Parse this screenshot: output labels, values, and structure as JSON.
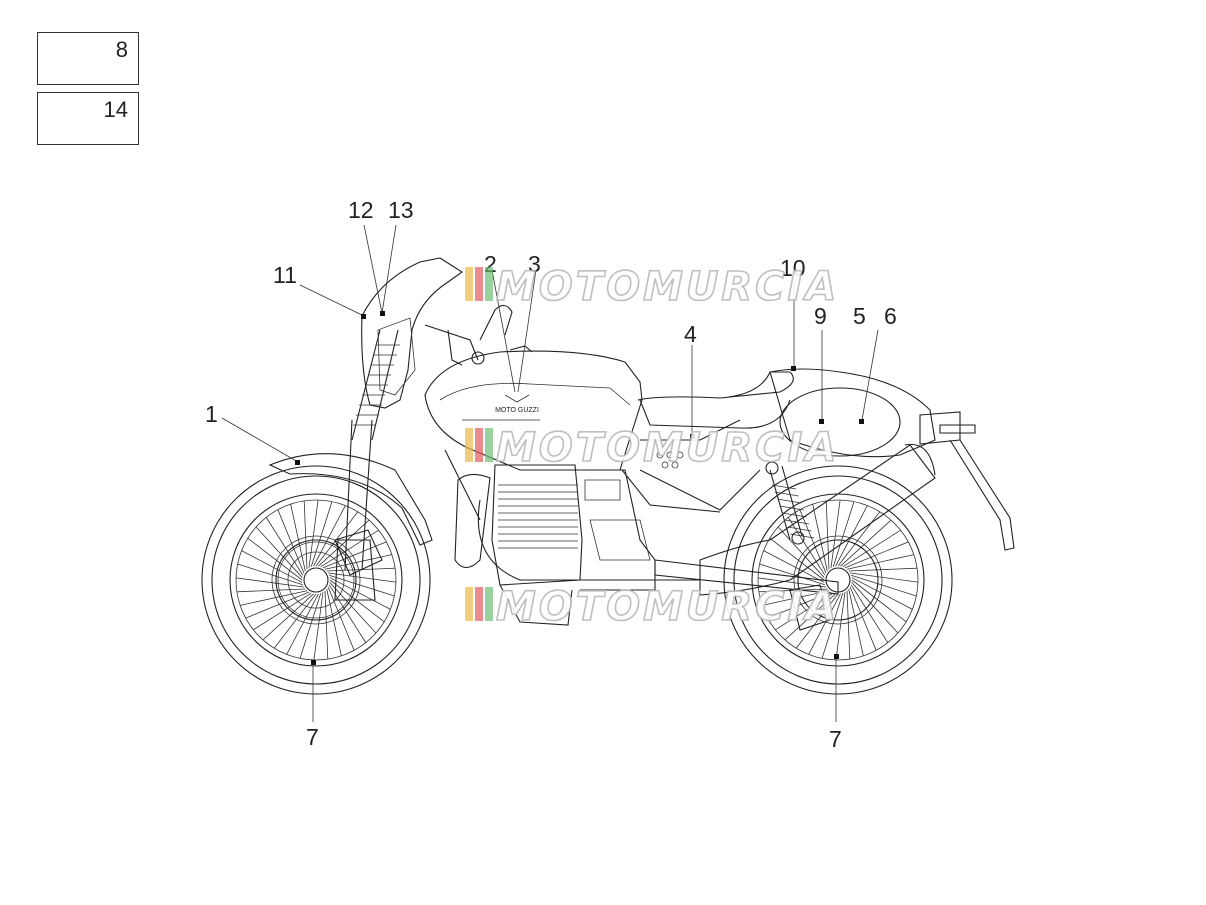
{
  "legend_boxes": [
    {
      "label": "8"
    },
    {
      "label": "14"
    }
  ],
  "callouts": [
    {
      "label": "1"
    },
    {
      "label": "2"
    },
    {
      "label": "3"
    },
    {
      "label": "4"
    },
    {
      "label": "5"
    },
    {
      "label": "6"
    },
    {
      "label": "7"
    },
    {
      "label": "7"
    },
    {
      "label": "9"
    },
    {
      "label": "10"
    },
    {
      "label": "11"
    },
    {
      "label": "12"
    },
    {
      "label": "13"
    }
  ],
  "tank_logo": "MOTO GUZZI",
  "watermark": {
    "text": "MOTOMURCIA",
    "stripe_colors": [
      "#e8b84a",
      "#e25b5b",
      "#6fbf73"
    ]
  }
}
